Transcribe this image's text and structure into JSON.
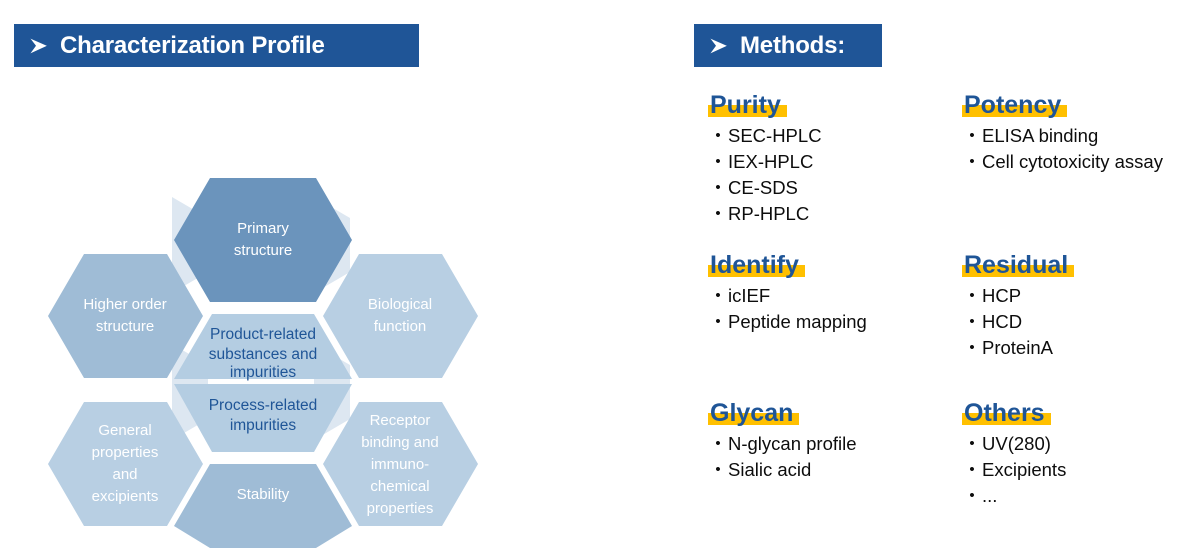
{
  "sections": {
    "left_title": "Characterization Profile",
    "right_title": "Methods:",
    "arrow_icon": "chevron-right-arrow-icon"
  },
  "colors": {
    "header_blue": "#1f5597",
    "highlight_yellow": "#ffc000",
    "hex_dark": "#6b94bc",
    "hex_mid": "#9fbcd6",
    "hex_light": "#b8cfe3",
    "hex_pale": "#dde7f1",
    "hex_center": "#b4cde2",
    "center_text": "#1f5597"
  },
  "diagram": {
    "type": "hexagon-cluster",
    "center": {
      "top_label": "Product-related substances and impurities",
      "top_lines": [
        "Product-related",
        "substances and",
        "impurities"
      ],
      "bottom_label": "Process-related impurities",
      "bottom_lines": [
        "Process-related",
        "impurities"
      ]
    },
    "hexagons": [
      {
        "id": "primary-structure",
        "label": "Primary structure",
        "lines": [
          "Primary",
          "structure"
        ],
        "shade": "dark"
      },
      {
        "id": "biological-function",
        "label": "Biological function",
        "lines": [
          "Biological",
          "function"
        ],
        "shade": "light"
      },
      {
        "id": "receptor-binding",
        "label": "Receptor binding and immuno-chemical properties",
        "lines": [
          "Receptor",
          "binding and",
          "immuno-",
          "chemical",
          "properties"
        ],
        "shade": "light"
      },
      {
        "id": "stability",
        "label": "Stability",
        "lines": [
          "Stability"
        ],
        "shade": "mid"
      },
      {
        "id": "general-properties",
        "label": "General properties and excipients",
        "lines": [
          "General",
          "properties",
          "and",
          "excipients"
        ],
        "shade": "light"
      },
      {
        "id": "higher-order-structure",
        "label": "Higher order structure",
        "lines": [
          "Higher order",
          "structure"
        ],
        "shade": "mid"
      }
    ]
  },
  "methods": {
    "groups": [
      {
        "id": "purity",
        "title": "Purity",
        "items": [
          "SEC-HPLC",
          "IEX-HPLC",
          "CE-SDS",
          "RP-HPLC"
        ]
      },
      {
        "id": "potency",
        "title": "Potency",
        "items": [
          "ELISA binding",
          "Cell cytotoxicity assay"
        ]
      },
      {
        "id": "identify",
        "title": "Identify",
        "items": [
          "icIEF",
          "Peptide mapping"
        ]
      },
      {
        "id": "residual",
        "title": "Residual",
        "items": [
          "HCP",
          "HCD",
          "ProteinA"
        ]
      },
      {
        "id": "glycan",
        "title": "Glycan",
        "items": [
          "N-glycan profile",
          "Sialic acid"
        ]
      },
      {
        "id": "others",
        "title": "Others",
        "items": [
          "UV(280)",
          "Excipients",
          "..."
        ]
      }
    ]
  }
}
